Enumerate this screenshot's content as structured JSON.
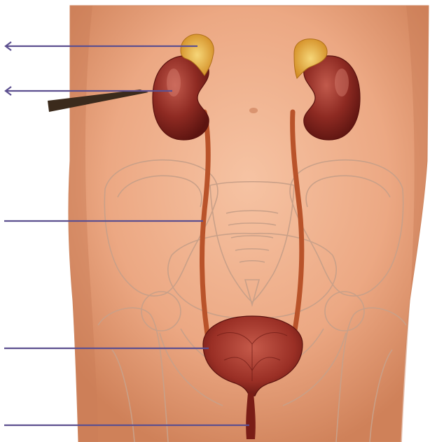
{
  "diagram": {
    "labels": [
      {
        "id": "adrenal-gland",
        "text": ""
      },
      {
        "id": "kidney",
        "text": ""
      },
      {
        "id": "ureter",
        "text": ""
      },
      {
        "id": "bladder",
        "text": ""
      },
      {
        "id": "urethra",
        "text": ""
      }
    ]
  },
  "colors": {
    "skin": "#e8a27e",
    "skin_shadow": "#c77a55",
    "kidney": "#8e2a22",
    "adrenal": "#e0a53a",
    "ureter": "#b9532a",
    "bladder": "#9a2f25",
    "bone_line": "#caa08a",
    "pointer": "#5c4f8f",
    "pointer_block": "#3b2a1c"
  }
}
